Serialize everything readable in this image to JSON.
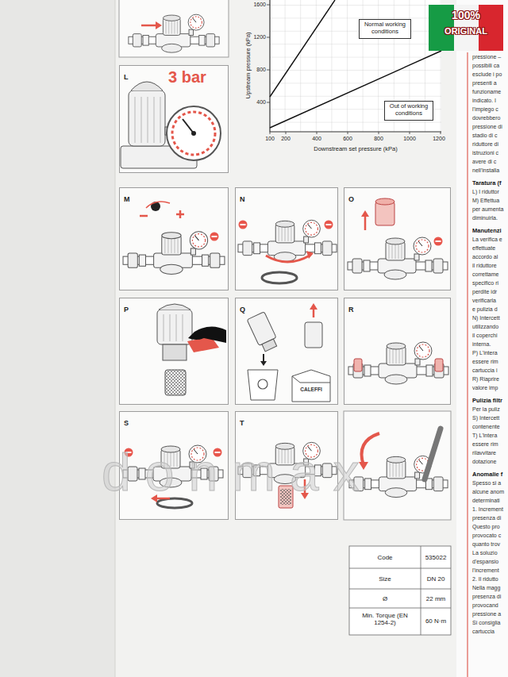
{
  "diagram": {
    "nodes": [
      {
        "text": [
          "Normal working conditions"
        ]
      },
      {
        "text": [
          "Out of working conditions"
        ]
      },
      {
        "text": [
          "L"
        ]
      },
      {
        "text": [
          "M"
        ]
      },
      {
        "text": [
          "N"
        ]
      },
      {
        "text": [
          "O"
        ]
      },
      {
        "text": [
          "P"
        ]
      },
      {
        "text": [
          "Q"
        ]
      },
      {
        "text": [
          "R"
        ]
      },
      {
        "text": [
          "S"
        ]
      },
      {
        "text": [
          "T"
        ]
      }
    ],
    "labels": [
      "100%",
      "ORIGINAL",
      "1600",
      "1200",
      "800",
      "400",
      "100",
      "200",
      "400",
      "600",
      "800",
      "1000",
      "1200",
      "Upstream pressure (kPa)",
      "Downstream set pressure (kPa)",
      "3 bar",
      "CALEFFI",
      "donmax",
      "Code",
      "535022",
      "Size",
      "DN 20",
      "Ø",
      "22 mm",
      "Min. Torque (EN 1254-2)",
      "60 N·m",
      "pressione –",
      "possibili ca",
      "esclude i po",
      "presenti a",
      "funzioname",
      "indicato. I",
      "l'impiego c",
      "dovrebbero",
      "pressione di",
      "stadio di c",
      "riduttore di",
      "istruzioni c",
      "avere di c",
      "nell'installa",
      "Taratura (f",
      "L) I riduttor",
      "M) Effettua",
      "per aumenta",
      "diminuirla.",
      "Manutenzi",
      "La verifica e",
      "effettuate",
      "accordo al",
      "il riduttore",
      "correttame",
      "specifico ri",
      "perdite idr",
      "verificarla",
      "e pulizia d",
      "N) Intercett",
      "utilizzando",
      "il coperchi",
      "interna.",
      "P) L'intera",
      "essere rim",
      "cartuccia i",
      "R) Riaprire",
      "valore imp",
      "Pulizia filtr",
      "Per la puliz",
      "S) Intercett",
      "contenente",
      "T) L'intera",
      "essere rim",
      "rilavvitare",
      "dotazione",
      "Anomalie f",
      "Spesso si a",
      "alcune anom",
      "determinati",
      "1. Increment",
      "presenza di",
      "Questo pro",
      "provocato c",
      "quanto trov",
      "La soluzio",
      "d'espansio",
      "l'increment",
      "2. Il ridutto",
      "Nella magg",
      "presenza di",
      "provocand",
      "pressione a",
      "Si consiglia",
      "cartuccia"
    ]
  }
}
